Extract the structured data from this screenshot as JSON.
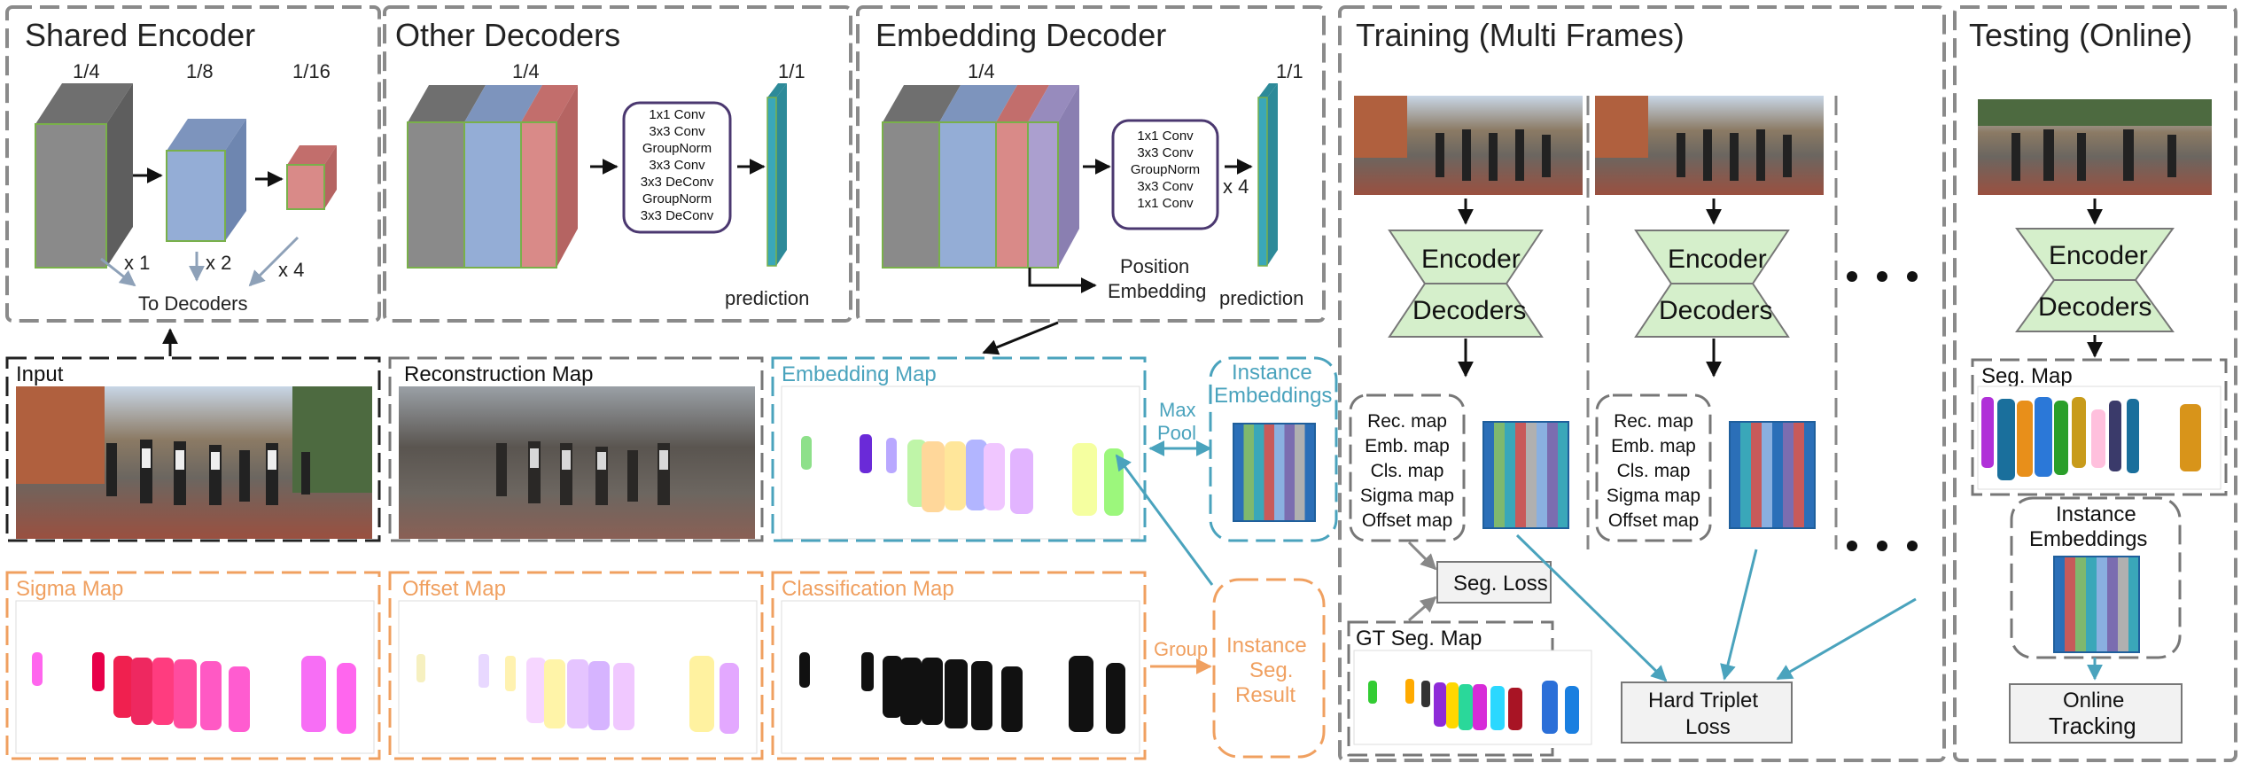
{
  "colors": {
    "panel_border": "#777777",
    "cube_gray": "#8a8a8a",
    "cube_blue": "#94add6",
    "cube_red": "#d98a88",
    "cube_purple": "#ab9fcf",
    "cube_edge": "#79b04a",
    "pred_teal": "#3aa7b9",
    "conv_border": "#4b3870",
    "trapezoid_fill": "#d5efcb",
    "trapezoid_border": "#777777",
    "embedding_blue": "#4aa3bd",
    "sigma_orange": "#f0a060",
    "arrow_gray": "#8ea1b8",
    "black": "#111111"
  },
  "shared_encoder": {
    "title": "Shared Encoder",
    "scales": [
      "1/4",
      "1/8",
      "1/16"
    ],
    "multipliers": [
      "x 1",
      "x 2",
      "x 4"
    ],
    "to_decoders": "To Decoders"
  },
  "other_decoders": {
    "title": "Other Decoders",
    "scale_in": "1/4",
    "scale_out": "1/1",
    "conv_layers": [
      "1x1 Conv",
      "3x3 Conv",
      "GroupNorm",
      "3x3 Conv",
      "3x3 DeConv",
      "GroupNorm",
      "3x3 DeConv"
    ],
    "prediction": "prediction"
  },
  "embedding_decoder": {
    "title": "Embedding Decoder",
    "scale_in": "1/4",
    "scale_out": "1/1",
    "conv_layers": [
      "1x1 Conv",
      "3x3 Conv",
      "GroupNorm",
      "3x3 Conv",
      "1x1 Conv"
    ],
    "repeat": "x 4",
    "position_embedding": [
      "Position",
      "Embedding"
    ],
    "prediction": "prediction"
  },
  "maps": {
    "input": "Input",
    "reconstruction": "Reconstruction Map",
    "embedding": "Embedding Map",
    "sigma": "Sigma Map",
    "offset": "Offset Map",
    "classification": "Classification Map"
  },
  "edges": {
    "max_pool": [
      "Max",
      "Pool"
    ],
    "group": "Group"
  },
  "instance_embeddings": [
    "Instance",
    "Embeddings"
  ],
  "instance_seg_result": [
    "Instance",
    "Seg.",
    "Result"
  ],
  "training": {
    "title": "Training (Multi Frames)",
    "encoder": "Encoder",
    "decoders": "Decoders",
    "outputs": [
      "Rec. map",
      "Emb. map",
      "Cls. map",
      "Sigma map",
      "Offset map"
    ],
    "seg_loss": "Seg. Loss",
    "gt_seg_map": "GT Seg. Map",
    "hard_triplet_loss": [
      "Hard Triplet",
      "Loss"
    ]
  },
  "testing": {
    "title": "Testing (Online)",
    "encoder": "Encoder",
    "decoders": "Decoders",
    "seg_map": "Seg. Map",
    "instance_embeddings": [
      "Instance",
      "Embeddings"
    ],
    "online_tracking": [
      "Online",
      "Tracking"
    ]
  }
}
